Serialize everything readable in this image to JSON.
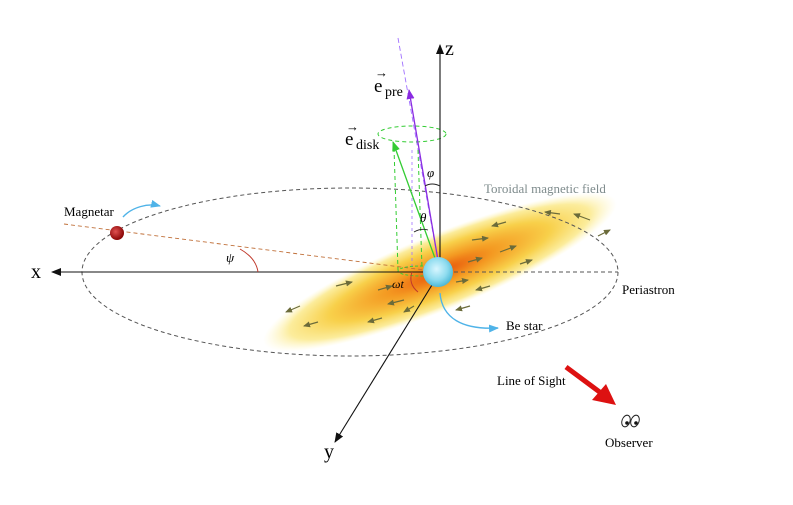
{
  "axes": {
    "x_label": "x",
    "y_label": "y",
    "z_label": "z"
  },
  "vectors": {
    "e_pre": {
      "symbol": "e",
      "subscript": "pre",
      "arrow": "→"
    },
    "e_disk": {
      "symbol": "e",
      "subscript": "disk",
      "arrow": "→"
    }
  },
  "angles": {
    "phi": "φ",
    "theta": "θ",
    "psi": "ψ",
    "omega_t": "ωt"
  },
  "labels": {
    "magnetar": "Magnetar",
    "toroidal_field": "Toroidal magnetic field",
    "periastron": "Periastron",
    "be_star": "Be star",
    "line_of_sight": "Line of Sight",
    "observer": "Observer"
  },
  "colors": {
    "axis": "#111111",
    "orbit": "#555555",
    "toroidal_label": "#7f8c8d",
    "precession_vector": "#8a2be2",
    "disk_vector": "#33cc33",
    "magnetar": "#b01010",
    "be_star": "#7fd6ee",
    "rotation_arrow": "#4fb3e8",
    "line_of_sight_arrow": "#dd1111",
    "angle_arc": "#c0392b"
  }
}
